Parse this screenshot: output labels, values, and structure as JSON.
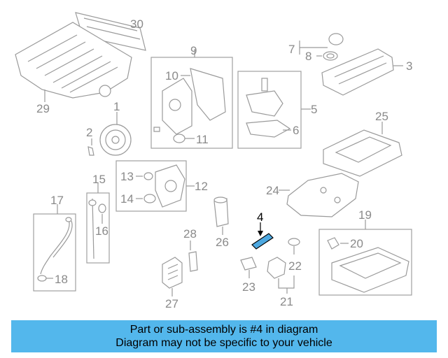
{
  "diagram": {
    "labels": {
      "p1": "1",
      "p2": "2",
      "p3": "3",
      "p4": "4",
      "p5": "5",
      "p6": "6",
      "p7": "7",
      "p8": "8",
      "p9": "9",
      "p10": "10",
      "p11": "11",
      "p12": "12",
      "p13": "13",
      "p14": "14",
      "p15": "15",
      "p16": "16",
      "p17": "17",
      "p18": "18",
      "p19": "19",
      "p20": "20",
      "p21": "21",
      "p22": "22",
      "p23": "23",
      "p24": "24",
      "p25": "25",
      "p26": "26",
      "p27": "27",
      "p28": "28",
      "p29": "29",
      "p30": "30"
    },
    "highlight_color": "#4da8e0"
  },
  "caption": {
    "line1": "Part or sub-assembly is #4 in diagram",
    "line2": "Diagram may not be specific to your vehicle",
    "background": "#53b7ec"
  }
}
